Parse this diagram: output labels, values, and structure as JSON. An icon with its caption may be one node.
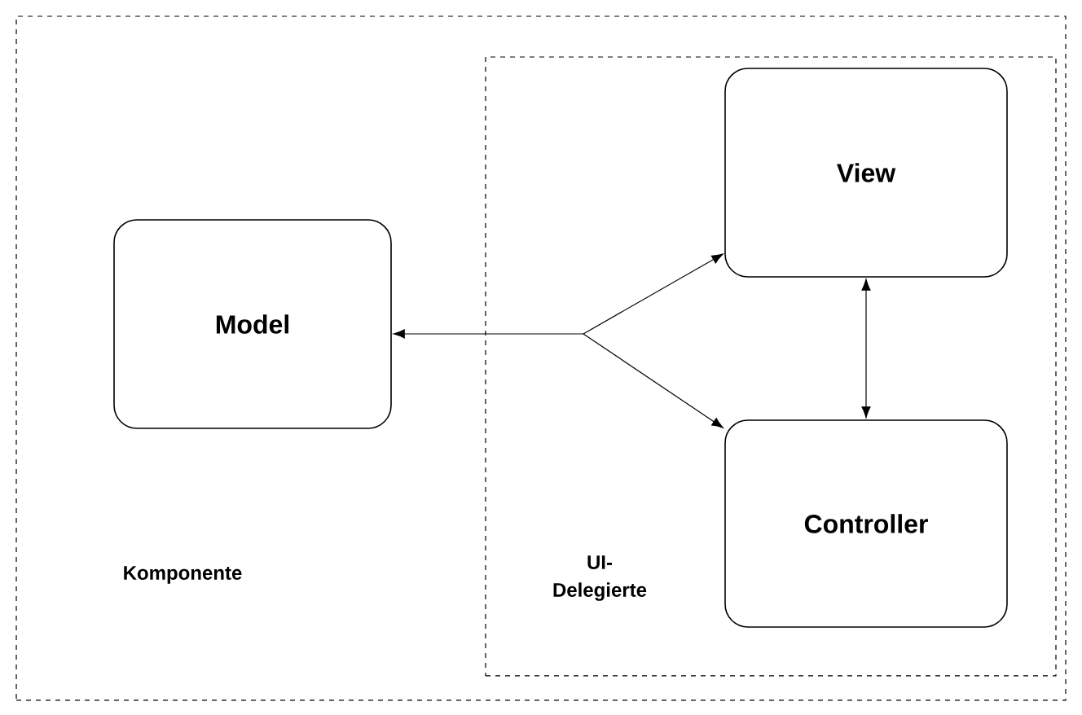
{
  "diagram": {
    "nodes": [
      {
        "text": [
          "Komponente"
        ]
      },
      {
        "text": [
          "Model"
        ],
        "in": 0
      },
      {
        "text": [
          "UI-Delegierte"
        ],
        "in": 0
      },
      {
        "text": [
          "View"
        ],
        "in": 2
      },
      {
        "text": [
          "Controller"
        ],
        "in": 2
      }
    ],
    "edges": [
      {
        "from": 3,
        "to": 1,
        "arrow": "both"
      },
      {
        "from": 4,
        "to": 1,
        "arrow": "both"
      },
      {
        "from": 3,
        "to": 4,
        "arrow": "both"
      }
    ]
  }
}
